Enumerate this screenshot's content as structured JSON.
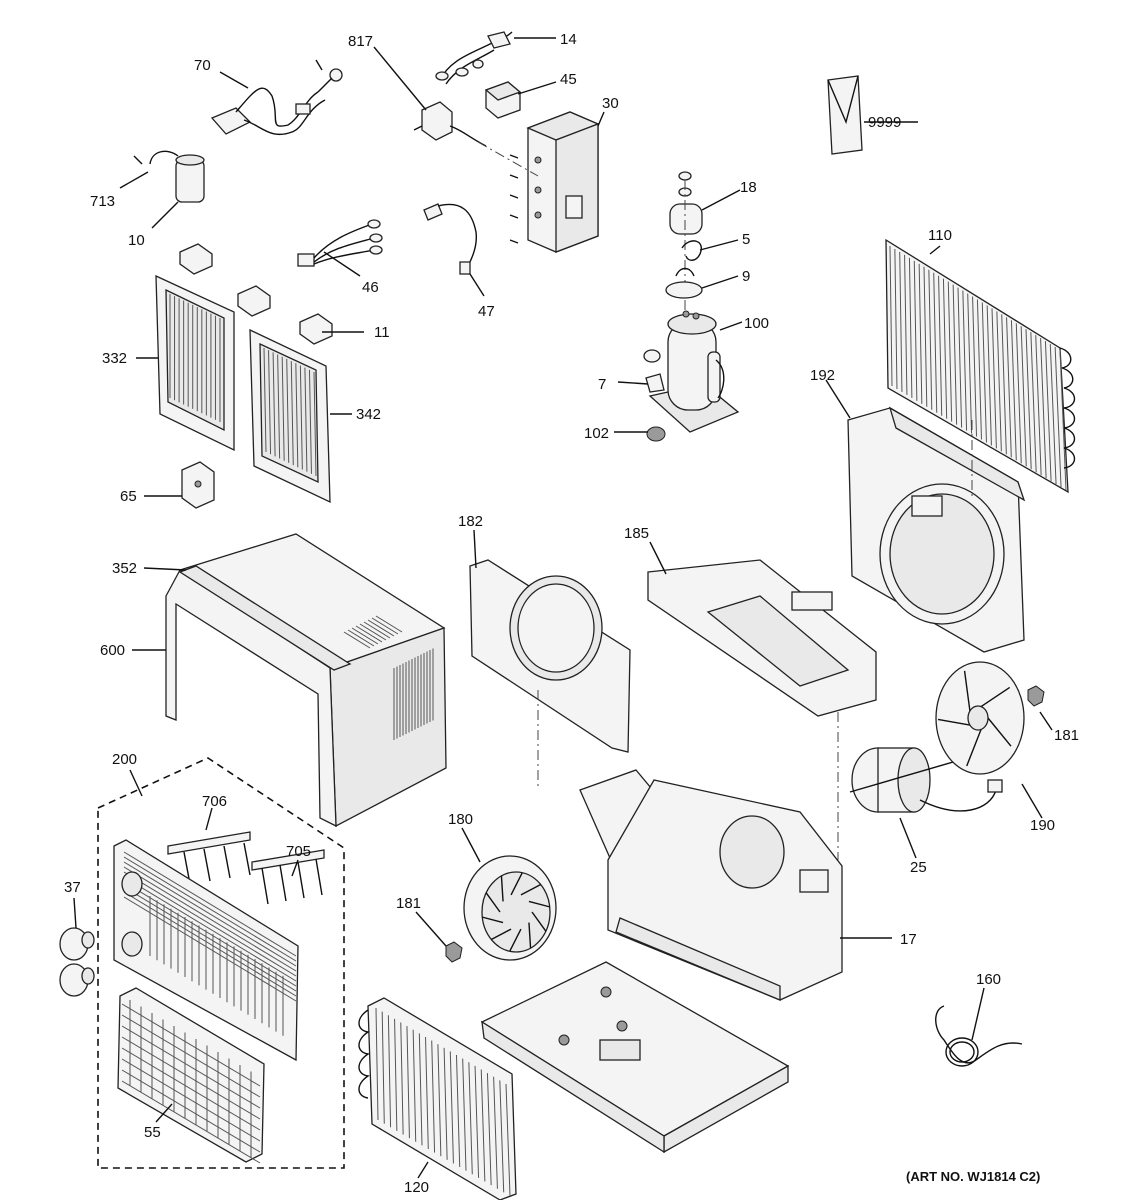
{
  "art_number": "(ART NO. WJ1814 C2)",
  "labels": {
    "p817": "817",
    "p14": "14",
    "p70": "70",
    "p45": "45",
    "p30": "30",
    "p713": "713",
    "p10": "10",
    "p46": "46",
    "p47": "47",
    "p9999": "9999",
    "p18": "18",
    "p5": "5",
    "p9": "9",
    "p100": "100",
    "p7": "7",
    "p102": "102",
    "p110": "110",
    "p192": "192",
    "p11": "11",
    "p332": "332",
    "p342": "342",
    "p65": "65",
    "p352": "352",
    "p600": "600",
    "p182": "182",
    "p185": "185",
    "p181a": "181",
    "p181b": "181",
    "p190": "190",
    "p25": "25",
    "p200": "200",
    "p706": "706",
    "p705": "705",
    "p37": "37",
    "p180": "180",
    "p17": "17",
    "p160": "160",
    "p55": "55",
    "p120": "120"
  }
}
